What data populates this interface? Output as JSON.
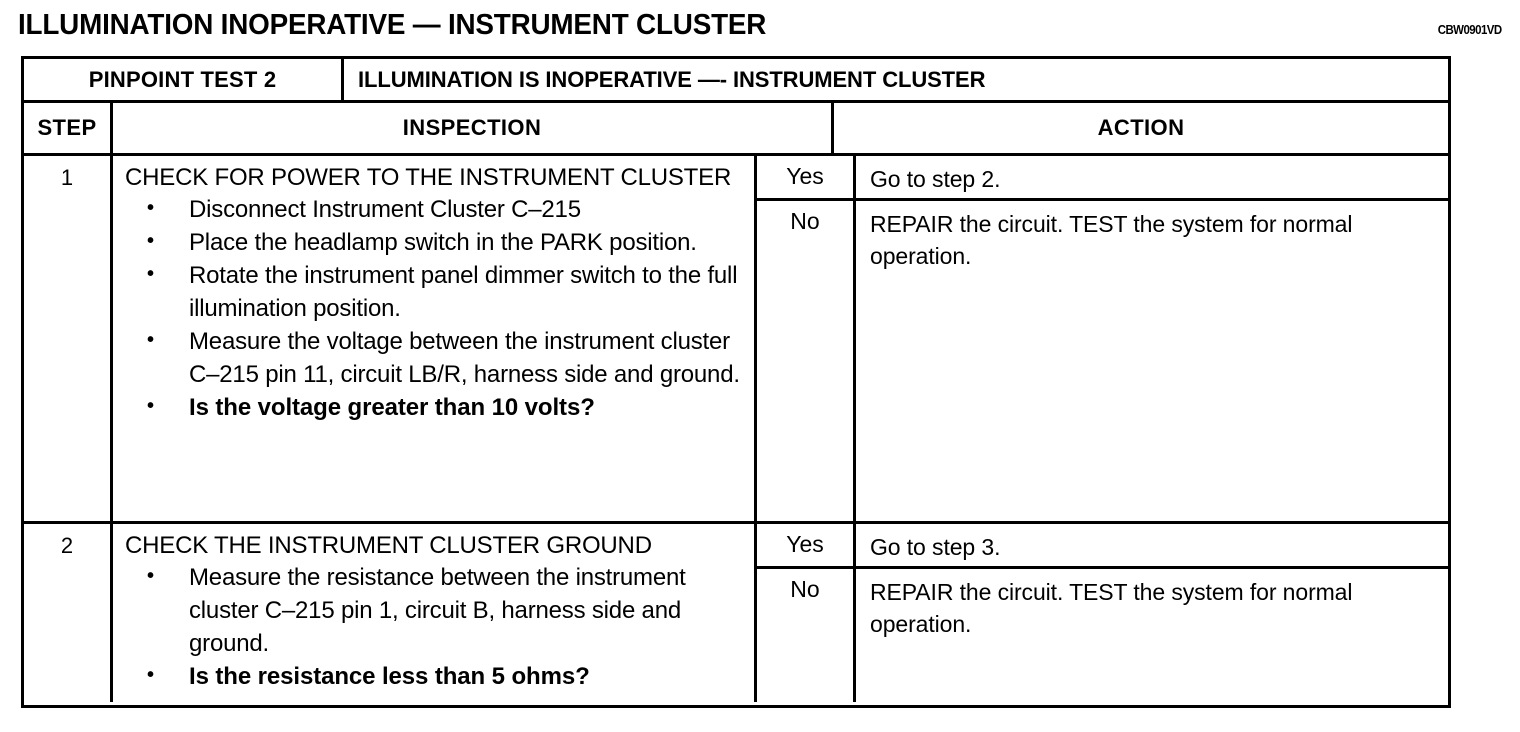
{
  "document": {
    "title": "ILLUMINATION INOPERATIVE — INSTRUMENT CLUSTER",
    "code": "CBW0901VD"
  },
  "banner": {
    "test_label": "PINPOINT TEST 2",
    "test_title": "ILLUMINATION IS INOPERATIVE —- INSTRUMENT CLUSTER"
  },
  "columns": {
    "step": "STEP",
    "inspection": "INSPECTION",
    "action": "ACTION"
  },
  "steps": [
    {
      "number": "1",
      "heading": "CHECK FOR POWER TO THE INSTRUMENT CLUSTER",
      "bullets": [
        "Disconnect Instrument Cluster C–215",
        "Place the headlamp switch in the PARK position.",
        "Rotate the instrument panel dimmer switch to the full illumination position.",
        "Measure the voltage between the instrument cluster C–215 pin 11, circuit LB/R, harness side and ground.",
        "Is the voltage greater than 10 volts?"
      ],
      "answers": [
        {
          "label": "Yes",
          "text": "Go to step 2."
        },
        {
          "label": "No",
          "text": "REPAIR the circuit.  TEST the system for normal operation."
        }
      ]
    },
    {
      "number": "2",
      "heading": "CHECK THE INSTRUMENT CLUSTER GROUND",
      "bullets": [
        "Measure the resistance between the instrument cluster C–215 pin 1, circuit B, harness side and ground.",
        "Is the resistance less than 5 ohms?"
      ],
      "answers": [
        {
          "label": "Yes",
          "text": "Go to step 3."
        },
        {
          "label": "No",
          "text": "REPAIR the circuit.  TEST the system for normal operation."
        }
      ]
    }
  ]
}
